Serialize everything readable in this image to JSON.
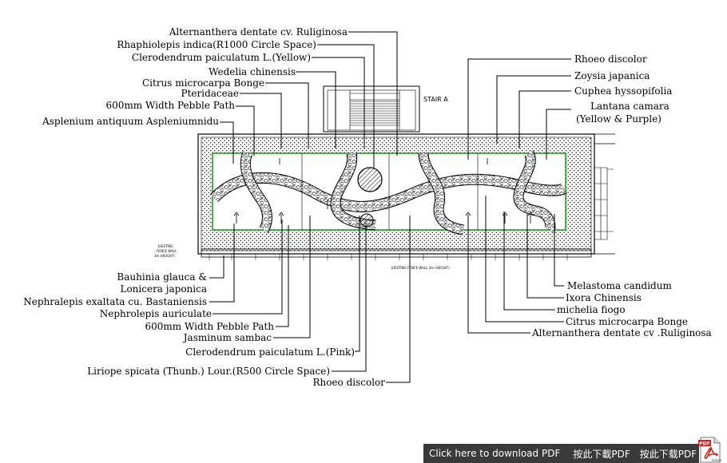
{
  "labels": {
    "top": [
      "Alternanthera dentate cv. Ruliginosa",
      "Rhaphiolepis indica(R1000 Circle Space)",
      "Clerodendrum paiculatum L.(Yellow)",
      "Wedelia chinensis",
      "Citrus microcarpa Bonge",
      "Pteridaceae",
      "600mm Width Pebble Path",
      "Asplenium antiquum Aspleniumnidu"
    ],
    "right_top": [
      "Rhoeo discolor",
      "Zoysia japanica",
      "Cuphea hyssopifolia",
      "Lantana camara",
      "(Yellow & Purple)"
    ],
    "bottom_left": [
      "Bauhinia glauca &",
      "Lonicera japonica",
      "Nephralepis exaltata cu. Bastaniensis",
      "Nephrolepis auriculate",
      "600mm Width Pebble Path",
      "Jasminum sambac",
      "Clerodendrum paiculatum L.(Pink)",
      "Liriope spicata (Thunb.) Lour.(R500 Circle Space)",
      "Rhoeo discolor"
    ],
    "bottom_right": [
      "Melastoma candidum",
      "Ixora Chinensis",
      "michelia fiogo",
      "Citrus microcarpa Bonge",
      "Alternanthera dentate cv .Ruliginosa"
    ],
    "stair": "STAIR A",
    "existing_fence_left_1": "EXISTING",
    "existing_fence_left_2": "FENCE WALL",
    "existing_fence_left_3": "3m (HEIGHT)",
    "existing_fence_bottom": "EXISTING FENCE WALL 3m (HEIGHT)"
  },
  "download_bar": {
    "link_text": "Click here to download PDF",
    "cn_1": "按此下載PDF",
    "cn_2": "按此下载PDF"
  },
  "pdf_icon": {
    "badge": "PDF",
    "caption": "Adobe"
  },
  "colors": {
    "bed_outline": "#1fa31f",
    "download_bar": "#3a3a3a",
    "pdf_red": "#d9201f"
  }
}
